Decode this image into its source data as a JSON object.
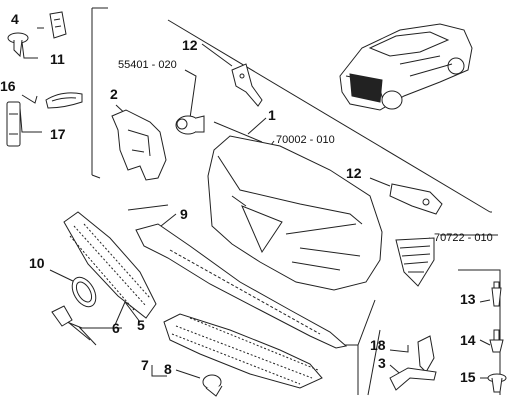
{
  "callouts": {
    "n1": "1",
    "n2": "2",
    "n3": "3",
    "n4": "4",
    "n5": "5",
    "n6": "6",
    "n7": "7",
    "n8": "8",
    "n9": "9",
    "n10": "10",
    "n11": "11",
    "n12a": "12",
    "n12b": "12",
    "n13": "13",
    "n14": "14",
    "n15": "15",
    "n16": "16",
    "n17": "17",
    "n18": "18"
  },
  "codes": {
    "c55401": "55401 - 020",
    "c70002": "70002 - 010",
    "c70722": "70722 - 010"
  },
  "icons": [
    "clip-icon",
    "screw-icon",
    "sealant-tube-icon",
    "bracket-icon",
    "sensor-icon",
    "bumper-icon",
    "grille-icon",
    "badge-icon",
    "car-icon",
    "rivet-icon",
    "plug-icon"
  ]
}
